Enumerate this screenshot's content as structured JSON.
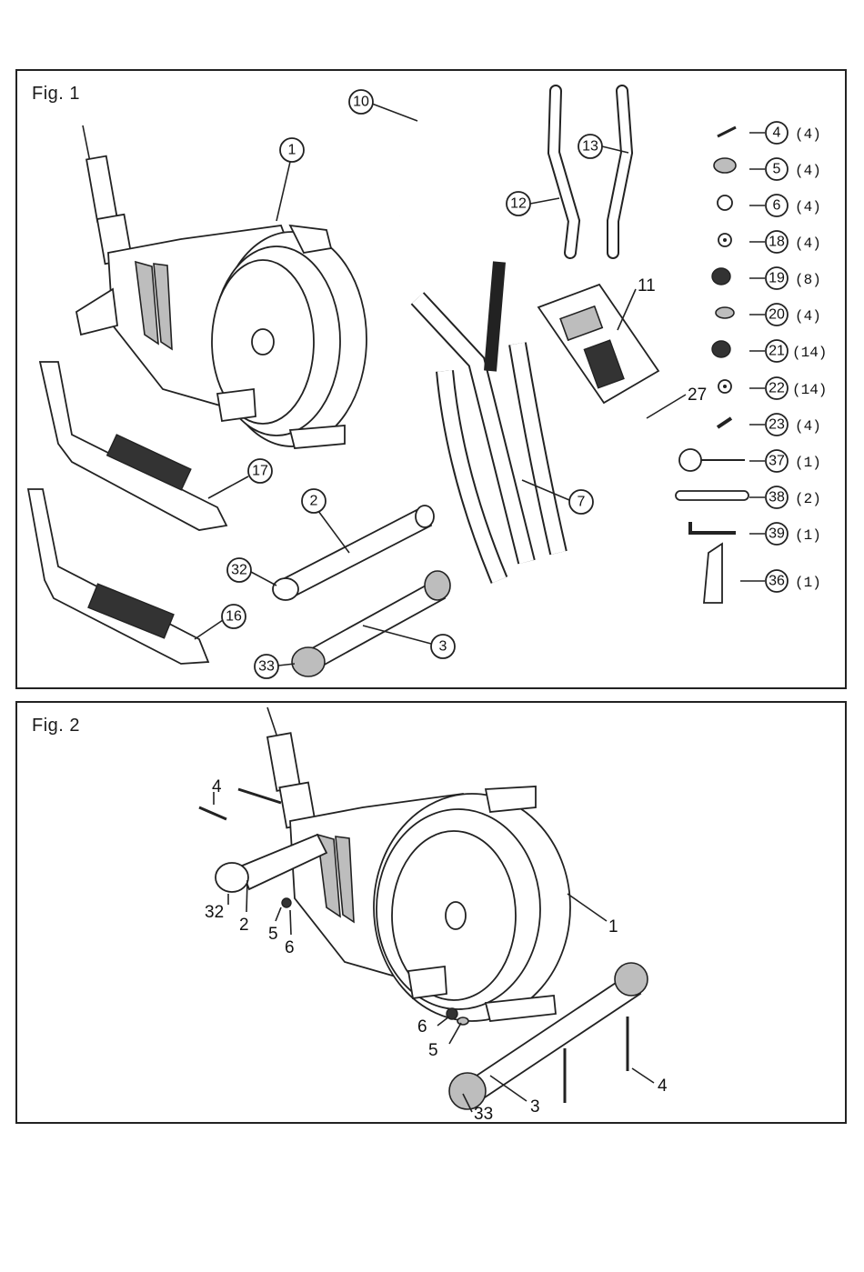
{
  "fig1": {
    "title": "Fig. 1",
    "callouts": [
      "1",
      "10",
      "12",
      "13",
      "11",
      "27",
      "17",
      "2",
      "32",
      "7",
      "16",
      "3",
      "33"
    ],
    "hardware": [
      {
        "num": "4",
        "qty": "(4)"
      },
      {
        "num": "5",
        "qty": "(4)"
      },
      {
        "num": "6",
        "qty": "(4)"
      },
      {
        "num": "18",
        "qty": "(4)"
      },
      {
        "num": "19",
        "qty": "(8)"
      },
      {
        "num": "20",
        "qty": "(4)"
      },
      {
        "num": "21",
        "qty": "(14)"
      },
      {
        "num": "22",
        "qty": "(14)"
      },
      {
        "num": "23",
        "qty": "(4)"
      },
      {
        "num": "37",
        "qty": "(1)"
      },
      {
        "num": "38",
        "qty": "(2)"
      },
      {
        "num": "39",
        "qty": "(1)"
      },
      {
        "num": "36",
        "qty": "(1)"
      }
    ]
  },
  "fig2": {
    "title": "Fig. 2",
    "labels": [
      "4",
      "32",
      "2",
      "5",
      "6",
      "1",
      "6",
      "5",
      "3",
      "33",
      "4"
    ]
  }
}
